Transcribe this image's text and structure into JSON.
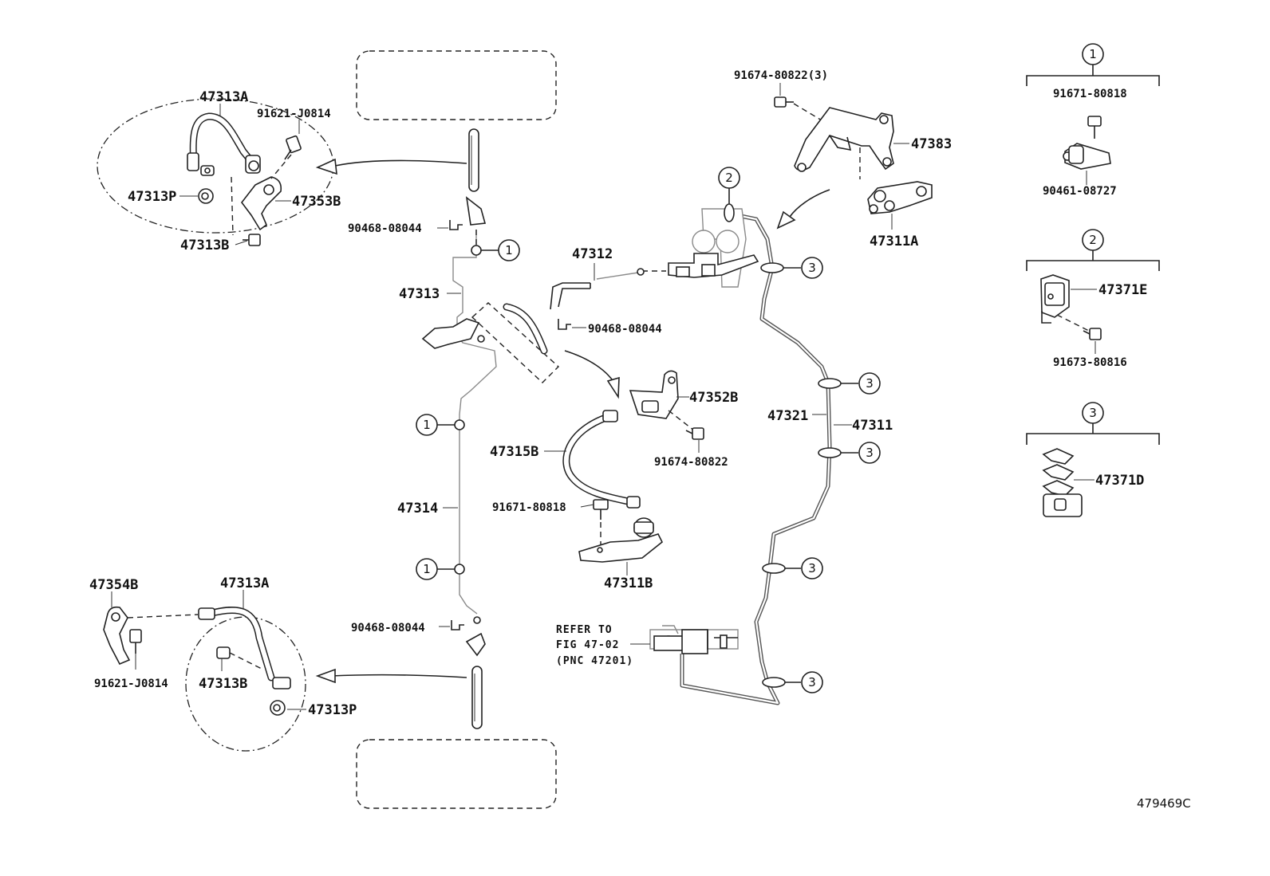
{
  "labels": {
    "hose_front_upper": "47313A",
    "bolt_front_upper": "91621-J0814",
    "clip_front_upper": "47313P",
    "bracket_front": "47353B",
    "union_front": "47313B",
    "clip_left_upper": "90468-08044",
    "tube_47313": "47313",
    "tube_47312": "47312",
    "clip_center": "90468-08044",
    "bracket_47352B": "47352B",
    "hose_47315B": "47315B",
    "bolt_47352B": "91674-80822",
    "bolt_47311B": "91671-80818",
    "valve_47311B": "47311B",
    "tube_47314": "47314",
    "bracket_rear": "47354B",
    "hose_rear": "47313A",
    "bolt_rear": "91621-J0814",
    "union_rear": "47313B",
    "clip_rear": "47313P",
    "clip_left_lower": "90468-08044",
    "bolt_top": "91674-80822(3)",
    "bracket_47383": "47383",
    "valve_47311A": "47311A",
    "tube_47321": "47321",
    "tube_47311": "47311",
    "refer_line1": "REFER TO",
    "refer_line2": "FIG 47-02",
    "refer_line3": "(PNC 47201)",
    "legend1_bolt": "91671-80818",
    "legend1_clamp": "90461-08727",
    "legend2_clamp": "47371E",
    "legend2_bolt": "91673-80816",
    "legend3_clamp": "47371D",
    "drawing_number": "479469C"
  },
  "callouts": {
    "c1": "1",
    "c2": "2",
    "c3": "3"
  }
}
